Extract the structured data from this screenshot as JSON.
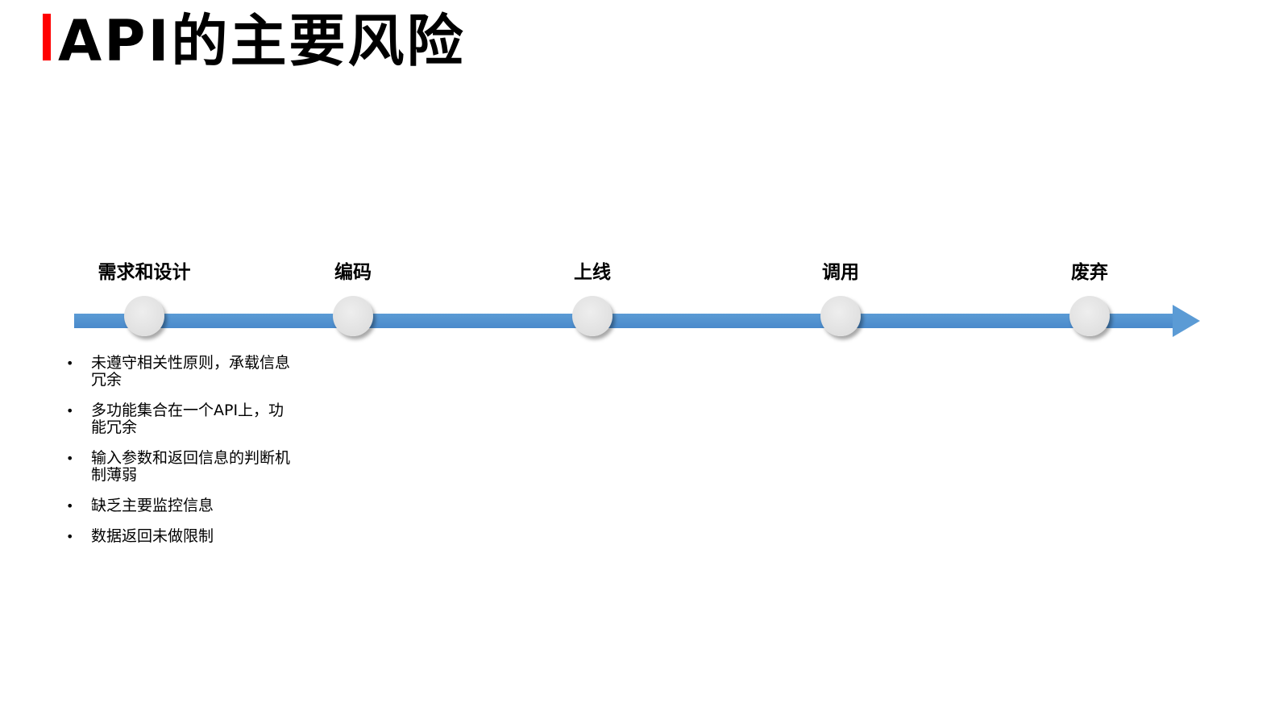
{
  "header": {
    "title": "API的主要风险",
    "accent_color": "#ff0000"
  },
  "timeline": {
    "bar_color": "#5b9bd5",
    "node_color": "#e3e3e3",
    "stages": [
      {
        "label": "需求和设计"
      },
      {
        "label": "编码"
      },
      {
        "label": "上线"
      },
      {
        "label": "调用"
      },
      {
        "label": "废弃"
      }
    ]
  },
  "risks": {
    "bullet": "•",
    "items": [
      "未遵守相关性原则，承载信息冗余",
      "多功能集合在一个API上，功能冗余",
      "输入参数和返回信息的判断机制薄弱",
      "缺乏主要监控信息",
      "数据返回未做限制"
    ]
  }
}
